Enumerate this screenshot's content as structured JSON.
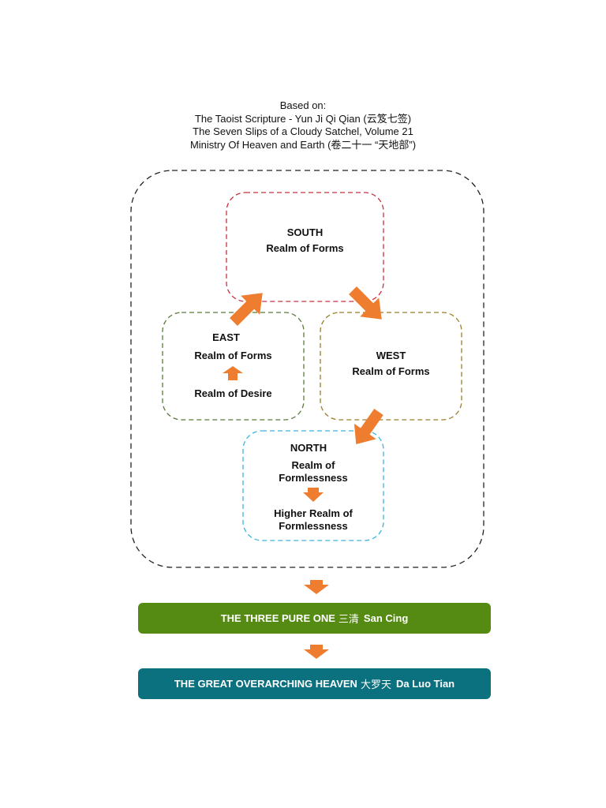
{
  "header": {
    "line1": "Based on:",
    "line2": "The Taoist Scripture - Yun Ji Qi Qian (云笈七签)",
    "line3": "The Seven Slips of a Cloudy Satchel, Volume 21",
    "line4": "Ministry Of Heaven and Earth (卷二十一 “天地部”)"
  },
  "south": {
    "direction": "SOUTH",
    "realm": "Realm of Forms"
  },
  "east": {
    "direction": "EAST",
    "upper_realm": "Realm of Forms",
    "lower_realm": "Realm of Desire"
  },
  "west": {
    "direction": "WEST",
    "realm": "Realm of Forms"
  },
  "north": {
    "direction": "NORTH",
    "upper_realm": "Realm of Formlessness",
    "lower_realm": "Higher Realm of Formlessness"
  },
  "three_pure": {
    "label_en": "THE THREE PURE ONE",
    "label_cn": "三清",
    "label_pinyin": "San Cing"
  },
  "great_heaven": {
    "label_en": "THE GREAT OVERARCHING HEAVEN",
    "label_cn": "大罗天",
    "label_pinyin": "Da Luo Tian"
  },
  "colors": {
    "arrow": "#ef7d30",
    "south_border": "#c8313f",
    "east_border": "#5b7a3a",
    "west_border": "#9a7d2c",
    "north_border": "#3bb4e0",
    "outer_border": "#222222",
    "three_pure_bg": "#558b12",
    "great_heaven_bg": "#0b717f"
  }
}
